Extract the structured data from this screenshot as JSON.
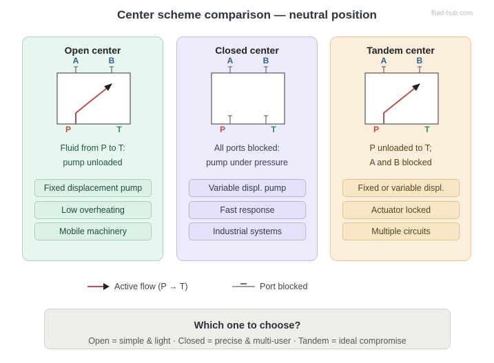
{
  "header": {
    "title": "Center scheme comparison — neutral position",
    "watermark": "fluid-hub.com"
  },
  "colors": {
    "port_a": "#2f5e8f",
    "port_b": "#2f5e8f",
    "port_p": "#c24a4a",
    "port_t": "#2a8f5a",
    "flow": "#b9504a"
  },
  "cards": [
    {
      "title": "Open center",
      "ports": {
        "a": "A",
        "b": "B",
        "p": "P",
        "t": "T"
      },
      "desc_line1": "Fluid from P to T:",
      "desc_line2": "pump unloaded",
      "features": [
        "Fixed displacement pump",
        "Low overheating",
        "Mobile machinery"
      ]
    },
    {
      "title": "Closed center",
      "ports": {
        "a": "A",
        "b": "B",
        "p": "P",
        "t": "T"
      },
      "desc_line1": "All ports blocked:",
      "desc_line2": "pump under pressure",
      "features": [
        "Variable displ. pump",
        "Fast response",
        "Industrial systems"
      ]
    },
    {
      "title": "Tandem center",
      "ports": {
        "a": "A",
        "b": "B",
        "p": "P",
        "t": "T"
      },
      "desc_line1": "P unloaded to T;",
      "desc_line2": "A and B blocked",
      "features": [
        "Fixed or variable displ.",
        "Actuator locked",
        "Multiple circuits"
      ]
    }
  ],
  "legend": {
    "flow_label": "Active flow (P → T)",
    "blocked_label": "Port blocked"
  },
  "choose": {
    "heading": "Which one to choose?",
    "text": "Open = simple & light · Closed = precise & multi-user · Tandem = ideal compromise"
  }
}
